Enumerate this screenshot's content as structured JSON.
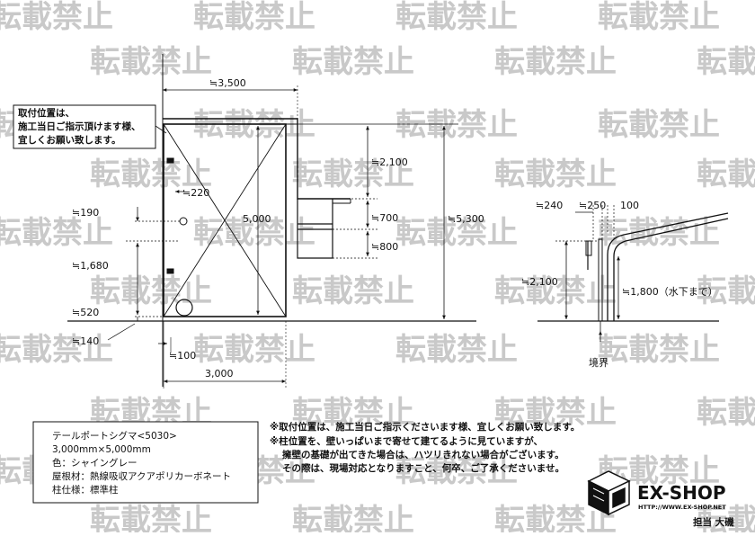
{
  "watermark": "転載禁止",
  "callout": {
    "lines": [
      "取付位置は、",
      "施工当日ご指示頂けます様、",
      "宜しくお願い致します。"
    ]
  },
  "dims": {
    "top_width": "≒3,500",
    "h_2100": "≒2,100",
    "h_700": "≒700",
    "h_800": "≒800",
    "h_5300": "≒5,300",
    "depth_5000": "5,000",
    "d_220": "≒220",
    "d_190": "≒190",
    "d_1680": "≒1,680",
    "d_520": "≒520",
    "d_140": "≒140",
    "d_100": "≒100",
    "bottom_width": "3,000"
  },
  "side": {
    "d_240": "≒240",
    "d_250": "≒250",
    "d_100": "100",
    "h_2100": "≒2,100",
    "h_1800": "≒1,800（水下まで）",
    "boundary": "境界"
  },
  "spec": {
    "product": "テールポートシグマ<5030>",
    "size": "3,000mm×5,000mm",
    "color": "色：シャイングレー",
    "roof": "屋根材：熱線吸収アクアポリカーボネート",
    "post": "柱仕様：標準柱"
  },
  "notes": {
    "line1": "※取付位置は、施工当日ご指示くださいます様、宜しくお願い致します。",
    "line2": "※柱位置を、壁いっぱいまで寄せて建てるように見ていますが、",
    "line3": "擁壁の基礎が出てきた場合は、ハツリきれない場合がございます。",
    "line4": "その際は、現場対応となりますこと、何卒、ご了承くださいませ。"
  },
  "logo": {
    "name": "EX-SHOP",
    "url": "HTTP://WWW.EX-SHOP.NET",
    "staff": "担当 大磯"
  }
}
